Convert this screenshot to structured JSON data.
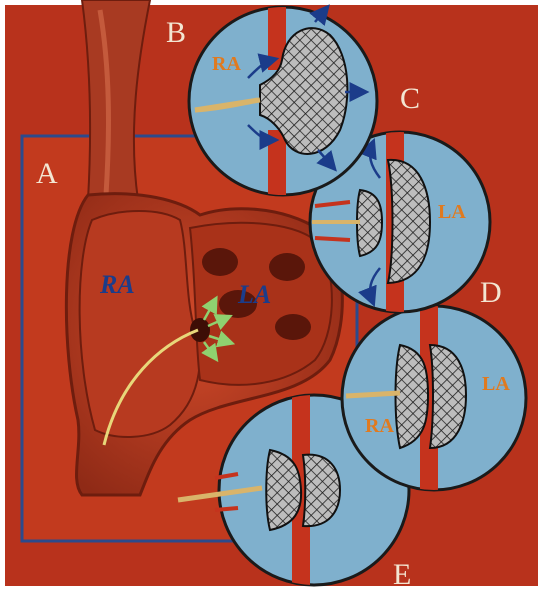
{
  "panel_labels": {
    "a": "A",
    "b": "B",
    "c": "C",
    "d": "D",
    "e": "E"
  },
  "chamber_labels": {
    "heart_ra": "RA",
    "heart_la": "LA",
    "inset_b_ra": "RA",
    "inset_c_la": "LA",
    "inset_d_ra": "RA",
    "inset_d_la": "LA"
  },
  "colors": {
    "background_red": "#b8321c",
    "panel_red": "#c23a1e",
    "panel_border_blue": "#2c4a8c",
    "inset_blue": "#7fb0cd",
    "septum_red": "#c5331d",
    "label_blue": "#1b3c8a",
    "label_orange": "#e07a1f",
    "label_white": "#f3e6d2",
    "device_mesh": "#2a2a2a",
    "catheter_tan": "#d9b46a"
  },
  "icons": [
    "heart-illustration",
    "occluder-device-icon",
    "flow-arrow-icon",
    "catheter-icon"
  ]
}
